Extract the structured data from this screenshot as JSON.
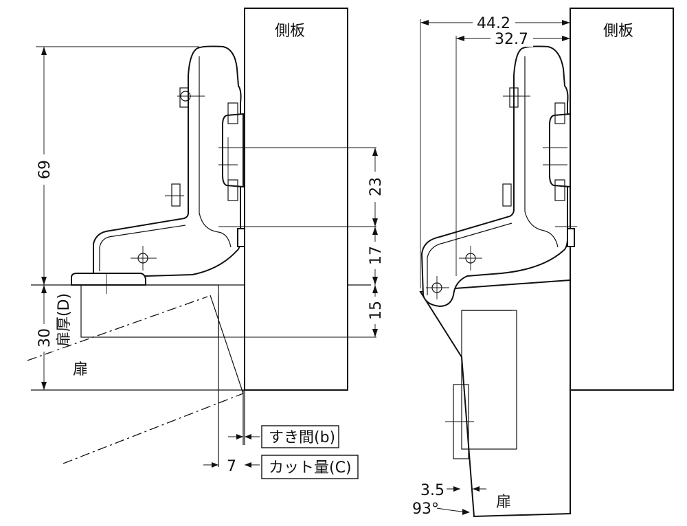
{
  "labels": {
    "side_panel_left": "側板",
    "side_panel_right": "側板",
    "door_left": "扉",
    "door_right": "扉",
    "door_thickness": "扉厚(D)",
    "gap": "すき間(b)",
    "cut_amount": "カット量(C)"
  },
  "dimensions": {
    "height_total": "69",
    "vertical_23": "23",
    "vertical_17": "17",
    "vertical_15": "15",
    "vertical_30": "30",
    "horizontal_7": "7",
    "width_44_2": "44.2",
    "width_32_7": "32.7",
    "offset_3_5": "3.5",
    "angle_93": "93°"
  }
}
